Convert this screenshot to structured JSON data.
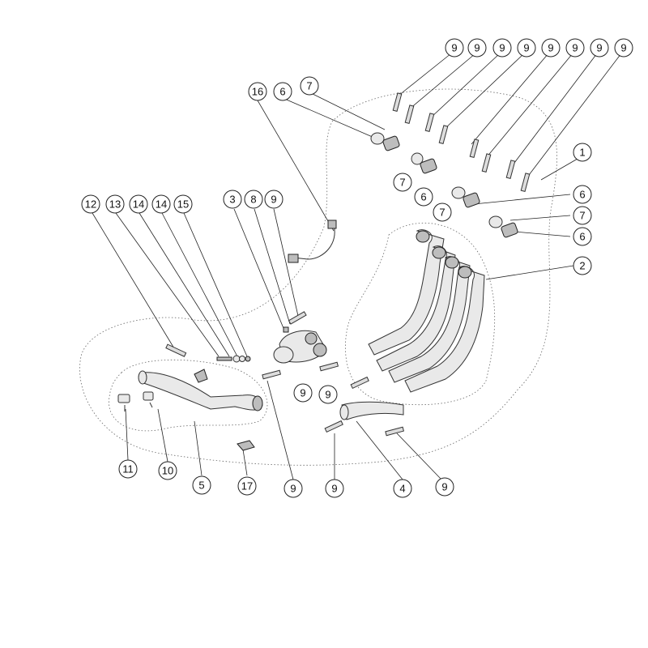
{
  "diagram": {
    "callouts": [
      {
        "id": "c9a",
        "label": "9"
      },
      {
        "id": "c9b",
        "label": "9"
      },
      {
        "id": "c9c",
        "label": "9"
      },
      {
        "id": "c9d",
        "label": "9"
      },
      {
        "id": "c9e",
        "label": "9"
      },
      {
        "id": "c9f",
        "label": "9"
      },
      {
        "id": "c9g",
        "label": "9"
      },
      {
        "id": "c9h",
        "label": "9"
      },
      {
        "id": "c16",
        "label": "16"
      },
      {
        "id": "c6a",
        "label": "6"
      },
      {
        "id": "c7a",
        "label": "7"
      },
      {
        "id": "c1",
        "label": "1"
      },
      {
        "id": "c7b",
        "label": "7"
      },
      {
        "id": "c6b",
        "label": "6"
      },
      {
        "id": "c7c",
        "label": "7"
      },
      {
        "id": "c6c",
        "label": "6"
      },
      {
        "id": "c7d",
        "label": "7"
      },
      {
        "id": "c6d",
        "label": "6"
      },
      {
        "id": "c2",
        "label": "2"
      },
      {
        "id": "c12",
        "label": "12"
      },
      {
        "id": "c13",
        "label": "13"
      },
      {
        "id": "c14a",
        "label": "14"
      },
      {
        "id": "c14b",
        "label": "14"
      },
      {
        "id": "c15",
        "label": "15"
      },
      {
        "id": "c3",
        "label": "3"
      },
      {
        "id": "c8",
        "label": "8"
      },
      {
        "id": "c9i",
        "label": "9"
      },
      {
        "id": "c9j",
        "label": "9"
      },
      {
        "id": "c9k",
        "label": "9"
      },
      {
        "id": "c11",
        "label": "11"
      },
      {
        "id": "c10",
        "label": "10"
      },
      {
        "id": "c5",
        "label": "5"
      },
      {
        "id": "c17",
        "label": "17"
      },
      {
        "id": "c9l",
        "label": "9"
      },
      {
        "id": "c9m",
        "label": "9"
      },
      {
        "id": "c4",
        "label": "4"
      },
      {
        "id": "c9n",
        "label": "9"
      }
    ]
  }
}
